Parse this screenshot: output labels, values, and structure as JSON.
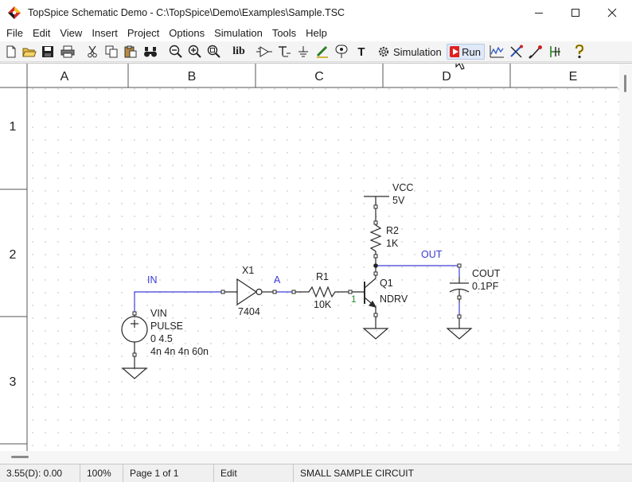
{
  "window": {
    "title": "TopSpice Schematic Demo - C:\\TopSpice\\Demo\\Examples\\Sample.TSC",
    "icon": "topspice-app-icon"
  },
  "menu": [
    "File",
    "Edit",
    "View",
    "Insert",
    "Project",
    "Options",
    "Simulation",
    "Tools",
    "Help"
  ],
  "toolbar": {
    "simulation_label": "Simulation",
    "run_label": "Run",
    "lib_label": "lib",
    "text_label": "T"
  },
  "columns": [
    "A",
    "B",
    "C",
    "D",
    "E"
  ],
  "rows": [
    "1",
    "2",
    "3"
  ],
  "schematic": {
    "vcc_name": "VCC",
    "vcc_value": "5V",
    "r2_name": "R2",
    "r2_value": "1K",
    "out_net": "OUT",
    "cout_name": "COUT",
    "cout_value": "0.1PF",
    "in_net": "IN",
    "x1_name": "X1",
    "x1_part": "7404",
    "a_net": "A",
    "r1_name": "R1",
    "r1_value": "10K",
    "node_1": "1",
    "q1_name": "Q1",
    "q1_model": "NDRV",
    "vin_name": "VIN",
    "vin_type": "PULSE",
    "vin_levels": "0 4.5",
    "vin_timing": "4n 4n 4n 60n"
  },
  "status": {
    "coords": "3.55(D): 0.00",
    "zoom": "100%",
    "page": "Page 1 of 1",
    "mode": "Edit",
    "description": "SMALL SAMPLE CIRCUIT"
  },
  "colors": {
    "wire": "#3f3fd6",
    "net_label": "#3a3ad8",
    "component": "#2a2a2a",
    "grid_dot": "#c9c9c9",
    "node_number": "#2e8b2e",
    "run_icon": "#e0201e"
  }
}
